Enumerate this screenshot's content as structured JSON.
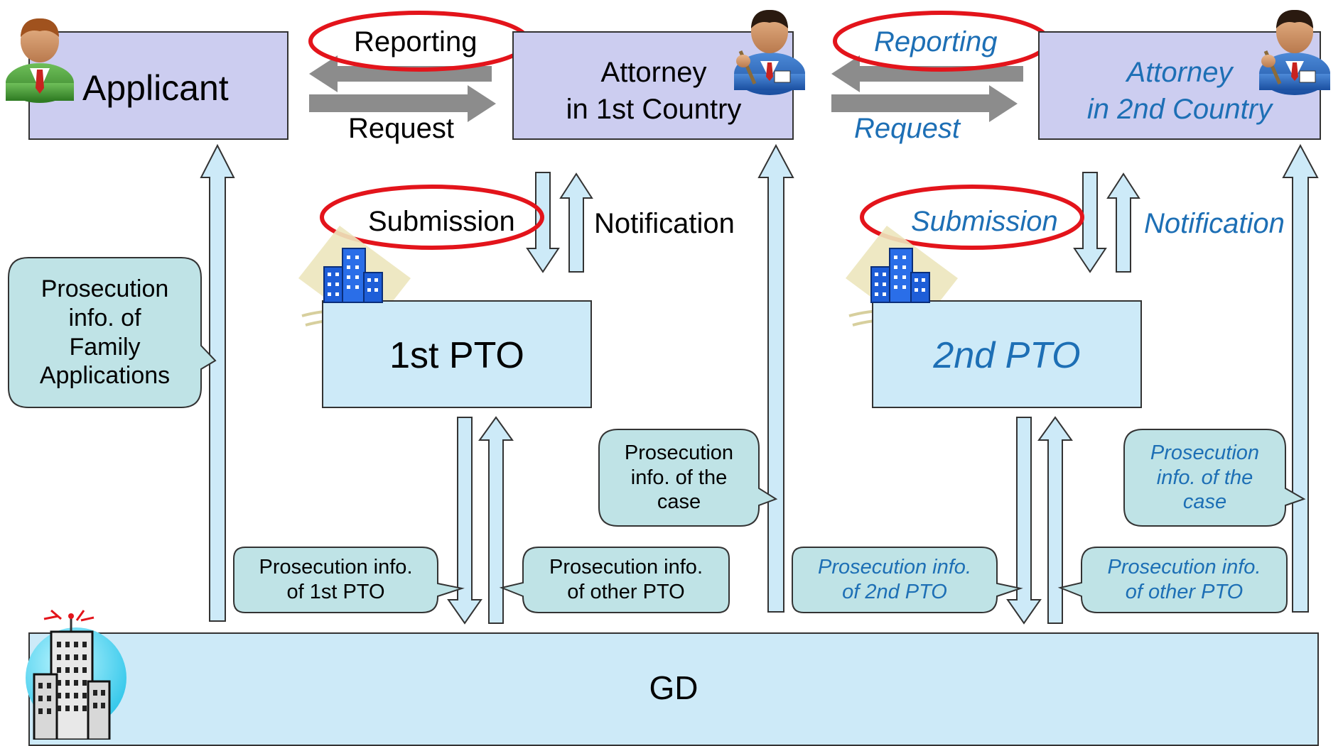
{
  "colors": {
    "lavender_box": "#cccdf0",
    "sky_box": "#cdeaf8",
    "callout_fill": "#bfe3e6",
    "highlight_ellipse": "#e3141b",
    "gray_arrow": "#8c8c8c",
    "italic_text": "#1d6fb5"
  },
  "nodes": {
    "applicant": "Applicant",
    "attorney1_line1": "Attorney",
    "attorney1_line2": "in 1st Country",
    "attorney2_line1": "Attorney",
    "attorney2_line2": "in 2nd Country",
    "pto1": "1st PTO",
    "pto2": "2nd PTO",
    "gd": "GD"
  },
  "flows": {
    "reporting_1": "Reporting",
    "request_1": "Request",
    "reporting_2": "Reporting",
    "request_2": "Request",
    "submission_1": "Submission",
    "notification_1": "Notification",
    "submission_2": "Submission",
    "notification_2": "Notification"
  },
  "callouts": {
    "family": "Prosecution\ninfo. of\nFamily\nApplications",
    "case_1": "Prosecution\ninfo. of the\ncase",
    "pto1_info": "Prosecution info.\nof 1st PTO",
    "other_pto_1": "Prosecution info.\nof other PTO",
    "pto2_info": "Prosecution info.\nof 2nd PTO",
    "other_pto_2": "Prosecution info.\nof other PTO",
    "case_2": "Prosecution\ninfo. of the\ncase"
  },
  "icons": [
    "person-green-icon",
    "attorney-icon",
    "office-building-icon",
    "tower-building-icon"
  ]
}
